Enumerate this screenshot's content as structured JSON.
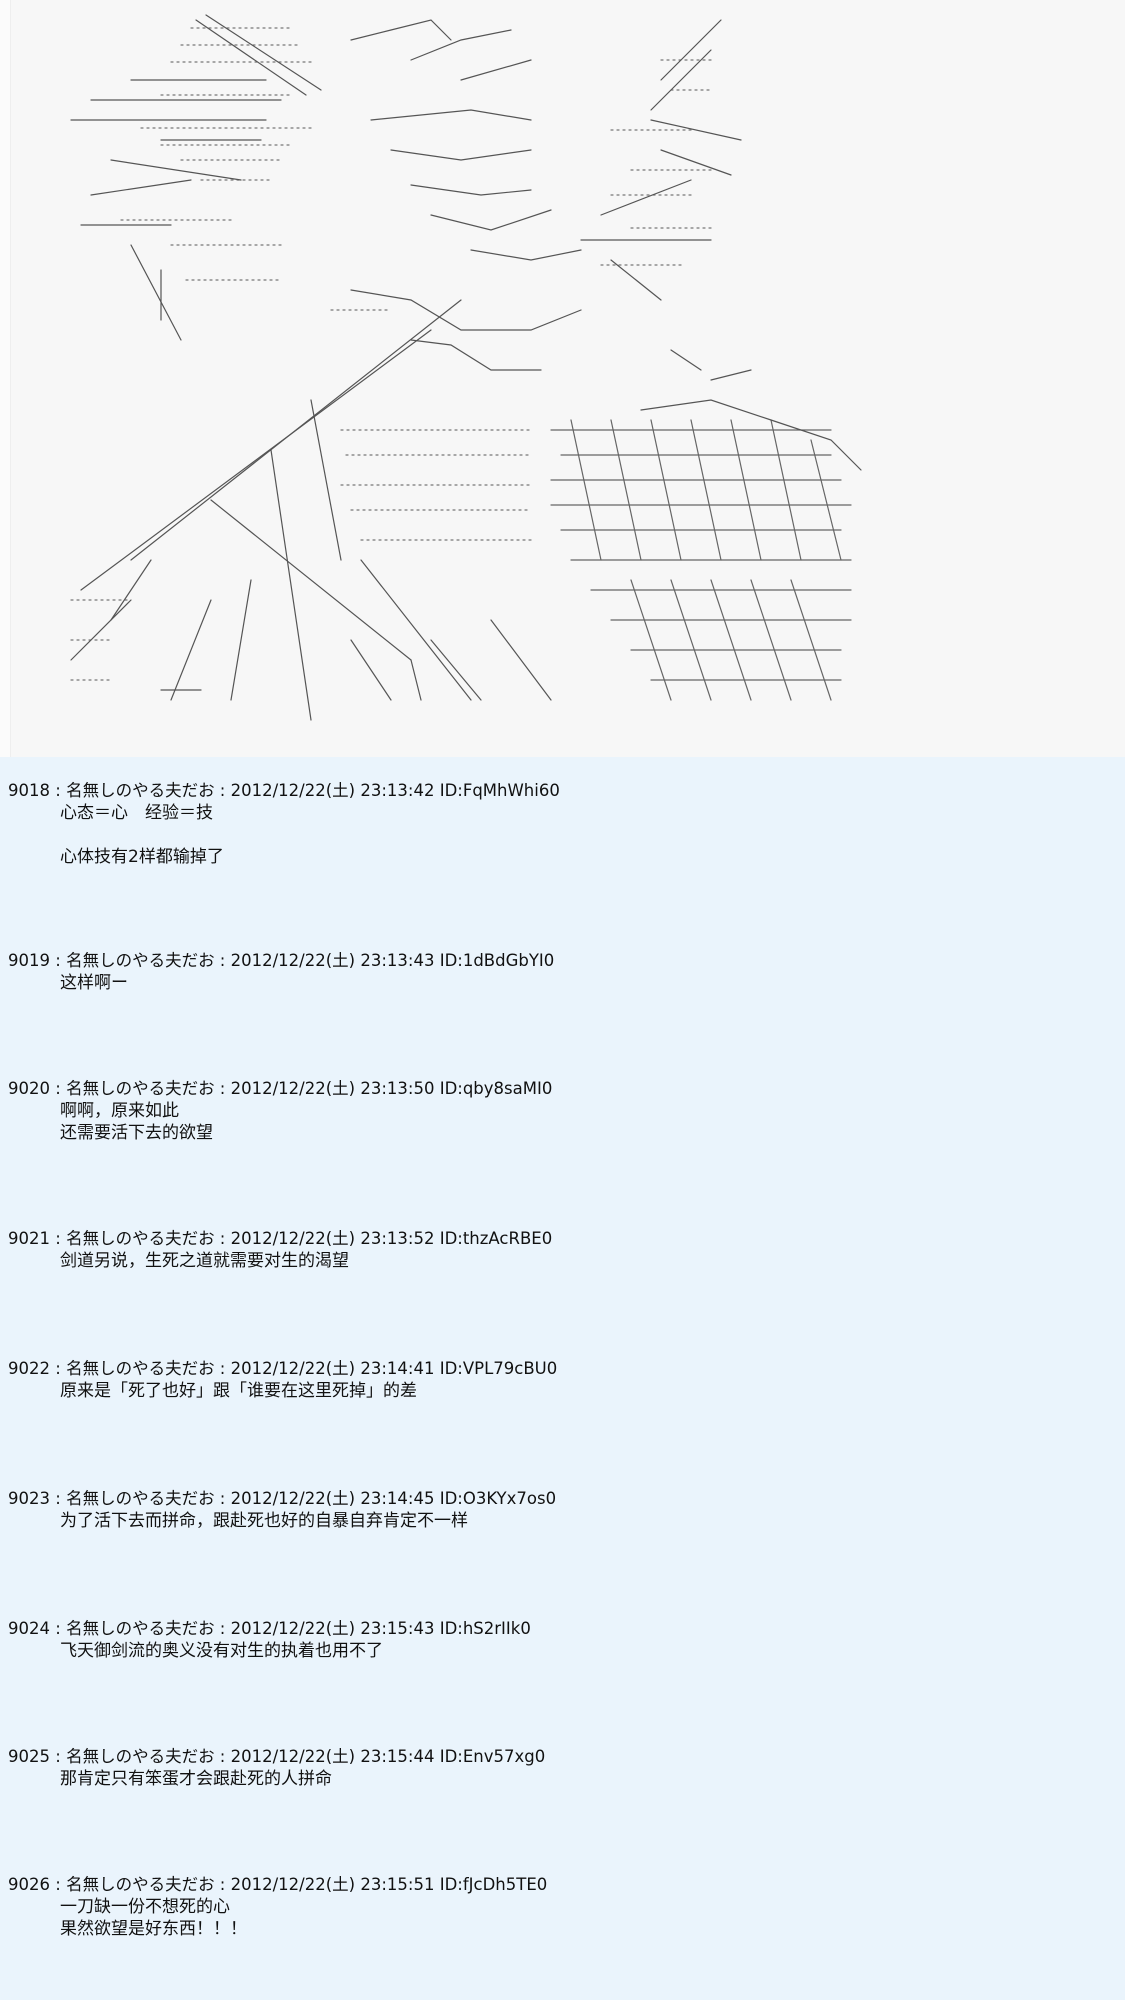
{
  "posts": [
    {
      "number": "9018",
      "name": "名無しのやる夫だお",
      "date": "2012/12/22(土) 23:13:42",
      "id": "ID:FqMhWhi60",
      "lines": [
        "心态＝心　经验＝技",
        "",
        "心体技有2样都输掉了"
      ]
    },
    {
      "number": "9019",
      "name": "名無しのやる夫だお",
      "date": "2012/12/22(土) 23:13:43",
      "id": "ID:1dBdGbYI0",
      "lines": [
        "这样啊ー"
      ]
    },
    {
      "number": "9020",
      "name": "名無しのやる夫だお",
      "date": "2012/12/22(土) 23:13:50",
      "id": "ID:qby8saMI0",
      "lines": [
        "啊啊，原来如此",
        "还需要活下去的欲望"
      ]
    },
    {
      "number": "9021",
      "name": "名無しのやる夫だお",
      "date": "2012/12/22(土) 23:13:52",
      "id": "ID:thzAcRBE0",
      "lines": [
        "剑道另说，生死之道就需要对生的渴望"
      ]
    },
    {
      "number": "9022",
      "name": "名無しのやる夫だお",
      "date": "2012/12/22(土) 23:14:41",
      "id": "ID:VPL79cBU0",
      "lines": [
        "原来是「死了也好」跟「谁要在这里死掉」的差"
      ]
    },
    {
      "number": "9023",
      "name": "名無しのやる夫だお",
      "date": "2012/12/22(土) 23:14:45",
      "id": "ID:O3KYx7os0",
      "lines": [
        "为了活下去而拼命，跟赴死也好的自暴自弃肯定不一样"
      ]
    },
    {
      "number": "9024",
      "name": "名無しのやる夫だお",
      "date": "2012/12/22(土) 23:15:43",
      "id": "ID:hS2rIIk0",
      "lines": [
        "飞天御剑流的奥义没有对生的执着也用不了"
      ]
    },
    {
      "number": "9025",
      "name": "名無しのやる夫だお",
      "date": "2012/12/22(土) 23:15:44",
      "id": "ID:Env57xg0",
      "lines": [
        "那肯定只有笨蛋才会跟赴死的人拼命"
      ]
    },
    {
      "number": "9026",
      "name": "名無しのやる夫だお",
      "date": "2012/12/22(土) 23:15:51",
      "id": "ID:fJcDh5TE0",
      "lines": [
        "一刀缺一份不想死的心",
        "果然欲望是好东西！！！"
      ]
    }
  ]
}
